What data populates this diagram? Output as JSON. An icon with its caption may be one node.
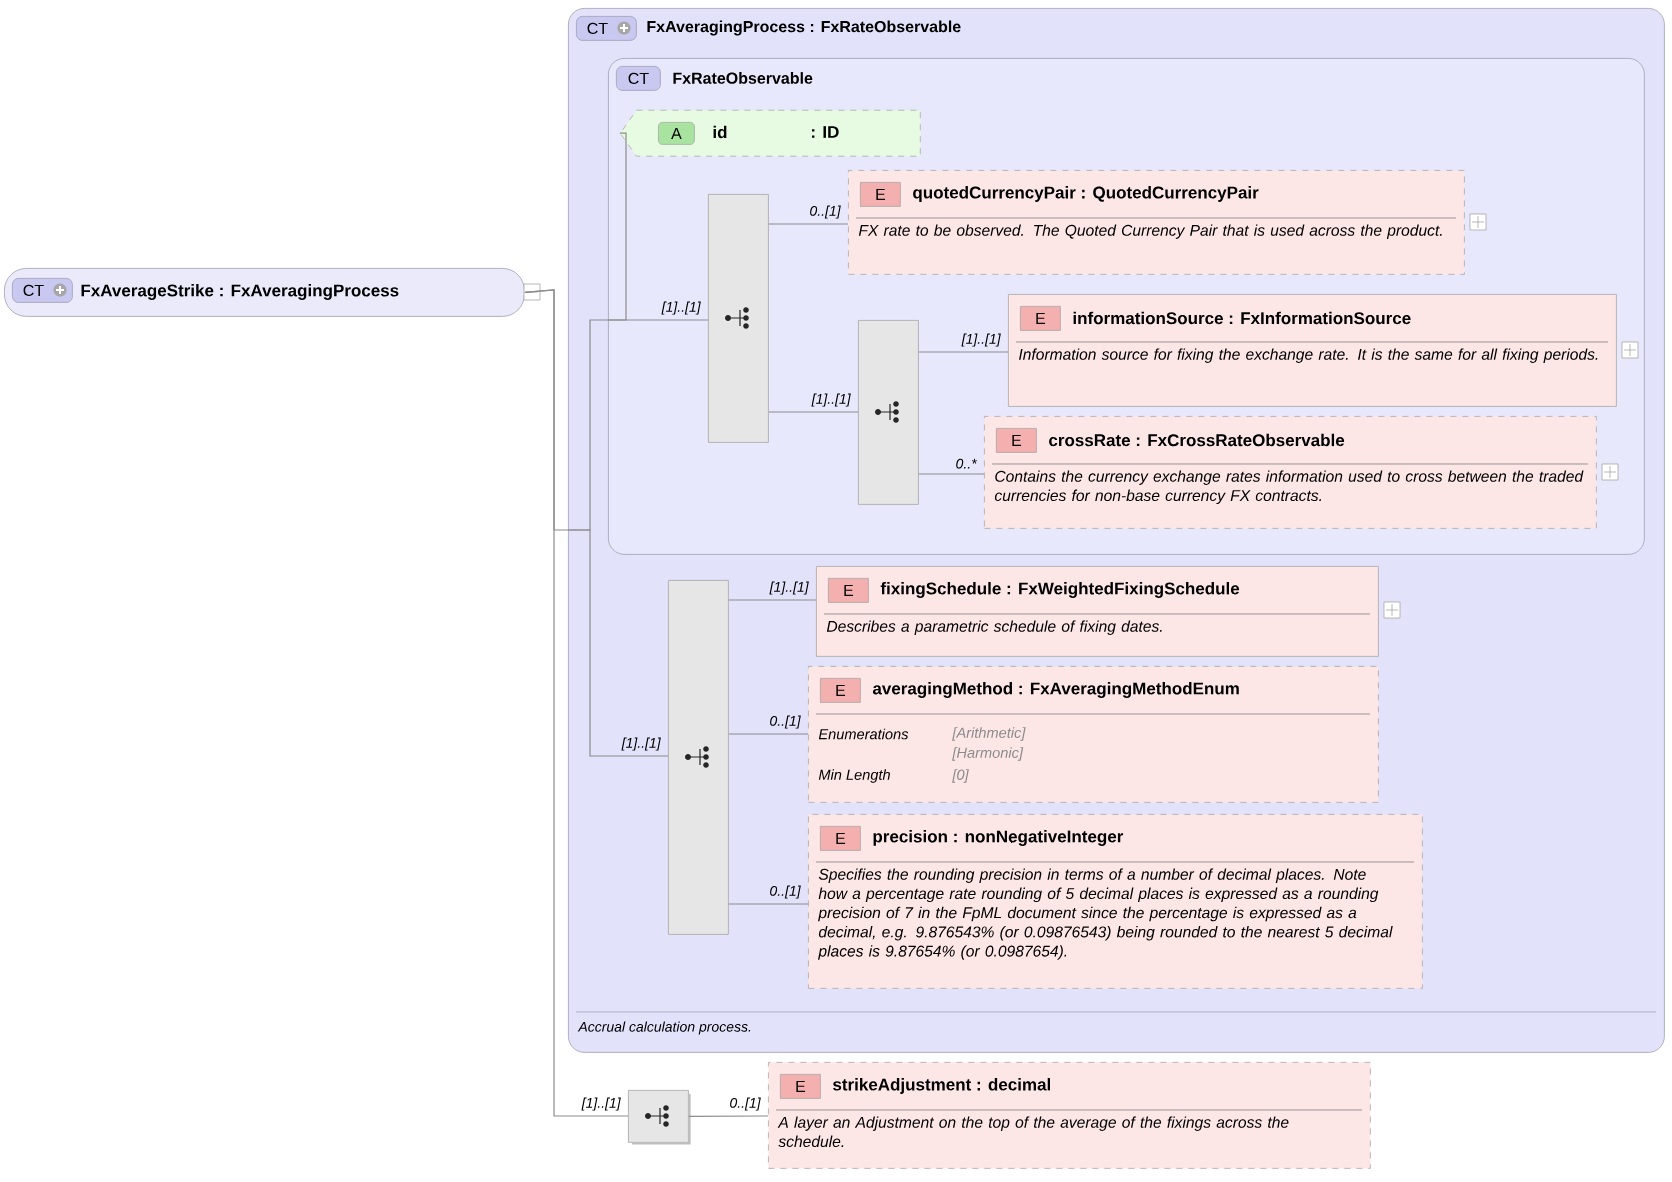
{
  "diagram": {
    "nodes": [
      {
        "text": [
          "CT",
          "FxAverageStrike : FxAveragingProcess"
        ]
      },
      {
        "text": [
          "CT",
          "FxAveragingProcess : FxRateObservable",
          "Accrual calculation process."
        ]
      },
      {
        "text": [
          "CT",
          "FxRateObservable"
        ],
        "in": 1
      },
      {
        "text": [
          "A",
          "id",
          ": ID"
        ],
        "in": 2
      },
      {
        "text": [],
        "shape": "bar",
        "in": 2
      },
      {
        "text": [
          "E",
          "quotedCurrencyPair : QuotedCurrencyPair",
          "FX rate to be observed. The Quoted Currency Pair that is used across the product."
        ],
        "in": 2
      },
      {
        "text": [],
        "shape": "bar",
        "in": 2
      },
      {
        "text": [
          "E",
          "informationSource : FxInformationSource",
          "Information source for fixing the exchange rate. It is the same for all fixing periods."
        ],
        "in": 2
      },
      {
        "text": [
          "E",
          "crossRate : FxCrossRateObservable",
          "Contains the currency exchange rates information used to cross between the traded currencies for non-base currency FX contracts."
        ],
        "in": 2
      },
      {
        "text": [],
        "shape": "bar",
        "in": 1
      },
      {
        "text": [
          "E",
          "fixingSchedule : FxWeightedFixingSchedule",
          "Describes a parametric schedule of fixing dates."
        ],
        "in": 1
      },
      {
        "text": [
          "E",
          "averagingMethod : FxAveragingMethodEnum",
          "Enumerations",
          "[Arithmetic]",
          "[Harmonic]",
          "Min Length",
          "[0]"
        ],
        "in": 1
      },
      {
        "text": [
          "E",
          "precision : nonNegativeInteger",
          "Specifies the rounding precision in terms of a number of decimal places. Note how a percentage rate rounding of 5 decimal places is expressed as a rounding precision of 7 in the FpML document since the percentage is expressed as a decimal, e.g. 9.876543% (or 0.09876543) being rounded to the nearest 5 decimal places is 9.87654% (or 0.0987654)."
        ],
        "in": 1
      },
      {
        "text": [],
        "shape": "box"
      },
      {
        "text": [
          "E",
          "strikeAdjustment : decimal",
          "A layer an Adjustment on the top of the average of the fixings across the schedule."
        ]
      }
    ],
    "edges": [
      {
        "from": 0,
        "to": 1,
        "arrow": "none"
      },
      {
        "from": 1,
        "to": 2,
        "arrow": "none"
      },
      {
        "from": 2,
        "to": 3,
        "arrow": "none"
      },
      {
        "from": 2,
        "to": 4,
        "arrow": "none",
        "label": "[1]..[1]"
      },
      {
        "from": 4,
        "to": 5,
        "arrow": "none",
        "label": "0..[1]"
      },
      {
        "from": 4,
        "to": 6,
        "arrow": "none",
        "label": "[1]..[1]"
      },
      {
        "from": 6,
        "to": 7,
        "arrow": "none",
        "label": "[1]..[1]"
      },
      {
        "from": 6,
        "to": 8,
        "arrow": "none",
        "label": "0..*"
      },
      {
        "from": 1,
        "to": 9,
        "arrow": "none",
        "label": "[1]..[1]"
      },
      {
        "from": 9,
        "to": 10,
        "arrow": "none",
        "label": "[1]..[1]"
      },
      {
        "from": 9,
        "to": 11,
        "arrow": "none",
        "label": "0..[1]"
      },
      {
        "from": 9,
        "to": 12,
        "arrow": "none",
        "label": "0..[1]"
      },
      {
        "from": 0,
        "to": 13,
        "arrow": "none",
        "label": "[1]..[1]"
      },
      {
        "from": 13,
        "to": 14,
        "arrow": "none",
        "label": "0..[1]"
      }
    ]
  }
}
